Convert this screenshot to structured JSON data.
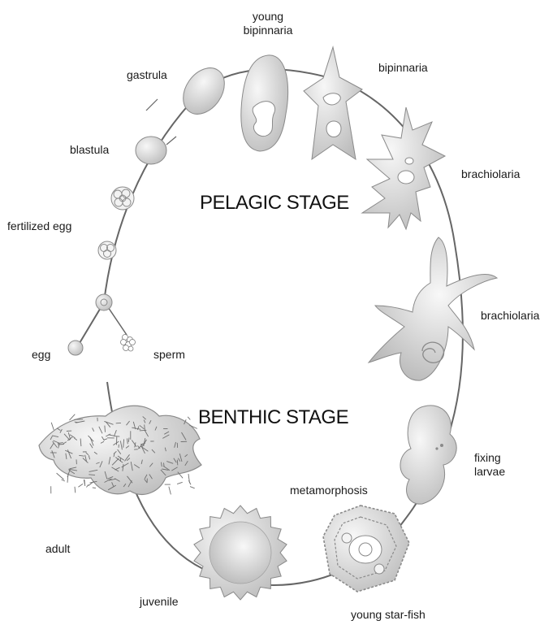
{
  "stages": {
    "pelagic": "PELAGIC STAGE",
    "benthic": "BENTHIC STAGE"
  },
  "labels": {
    "young_bipinnaria": [
      "young",
      "bipinnaria"
    ],
    "bipinnaria": "bipinnaria",
    "gastrula": "gastrula",
    "blastula": "blastula",
    "brachiolaria_1": "brachiolaria",
    "fertilized_egg": "fertilized egg",
    "brachiolaria_2": "brachiolaria",
    "egg": "egg",
    "sperm": "sperm",
    "fixing_larvae": [
      "fixing",
      "larvae"
    ],
    "metamorphosis": "metamorphosis",
    "adult": "adult",
    "juvenile": "juvenile",
    "young_starfish": "young star-fish"
  },
  "colors": {
    "cycle_line": "#666666",
    "organism_fill_light": "#f4f4f4",
    "organism_fill_dark": "#bdbdbd",
    "outline": "#7a7a7a",
    "text": "#1a1a1a"
  }
}
